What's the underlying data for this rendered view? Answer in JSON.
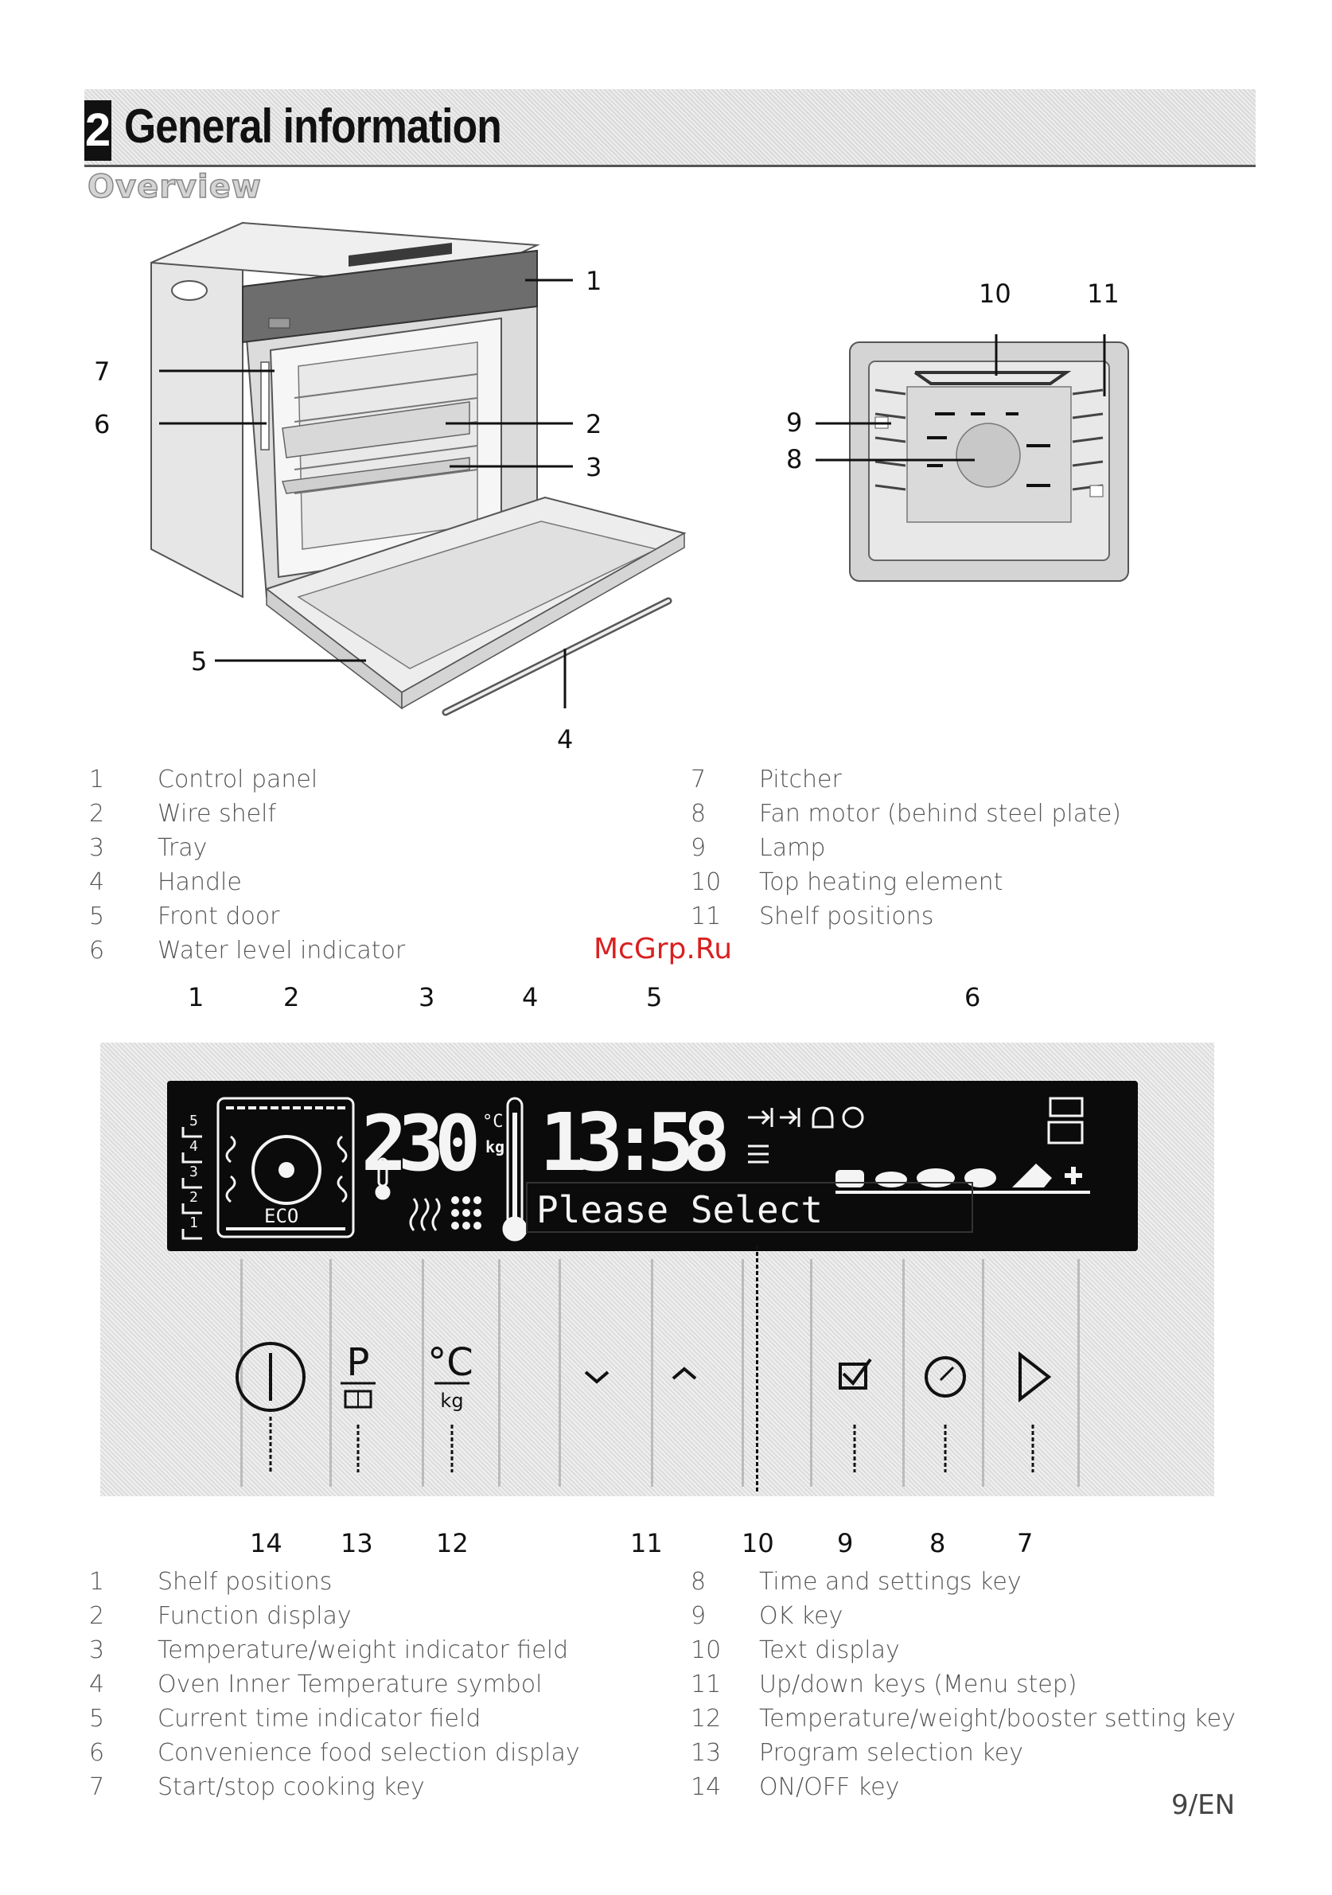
{
  "header": {
    "chapter_number": "2",
    "chapter_title": "General information"
  },
  "section_title": "Overview",
  "figure1": {
    "callouts": [
      "1",
      "2",
      "3",
      "4",
      "5",
      "6",
      "7"
    ]
  },
  "figure2": {
    "callouts": [
      "10",
      "11",
      "9",
      "8"
    ]
  },
  "legend1": {
    "left": [
      {
        "num": "1",
        "text": "Control panel"
      },
      {
        "num": "2",
        "text": "Wire shelf"
      },
      {
        "num": "3",
        "text": "Tray"
      },
      {
        "num": "4",
        "text": "Handle"
      },
      {
        "num": "5",
        "text": "Front door"
      },
      {
        "num": "6",
        "text": "Water level indicator"
      }
    ],
    "right": [
      {
        "num": "7",
        "text": "Pitcher"
      },
      {
        "num": "8",
        "text": "Fan motor (behind steel plate)"
      },
      {
        "num": "9",
        "text": "Lamp"
      },
      {
        "num": "10",
        "text": "Top heating element"
      },
      {
        "num": "11",
        "text": "Shelf positions"
      }
    ]
  },
  "watermark": "McGrp.Ru",
  "panel": {
    "top_callouts": [
      "1",
      "2",
      "3",
      "4",
      "5",
      "6"
    ],
    "bottom_callouts": [
      "14",
      "13",
      "12",
      "11",
      "10",
      "9",
      "8",
      "7"
    ],
    "display": {
      "shelf_levels": [
        "5",
        "4",
        "3",
        "2",
        "1"
      ],
      "eco_label": "ECO",
      "temperature": "230",
      "temp_unit": "°C",
      "weight_unit": "kg",
      "time": "13:58",
      "text_display": "Please Select"
    },
    "keys": {
      "program_label": "P",
      "temp_label": "°C",
      "temp_sub_label": "kg"
    }
  },
  "legend2": {
    "left": [
      {
        "num": "1",
        "text": "Shelf positions"
      },
      {
        "num": "2",
        "text": "Function display"
      },
      {
        "num": "3",
        "text": "Temperature/weight indicator field"
      },
      {
        "num": "4",
        "text": "Oven Inner Temperature symbol"
      },
      {
        "num": "5",
        "text": "Current time indicator field"
      },
      {
        "num": "6",
        "text": "Convenience food selection display"
      },
      {
        "num": "7",
        "text": "Start/stop cooking key"
      }
    ],
    "right": [
      {
        "num": "8",
        "text": "Time and settings key"
      },
      {
        "num": "9",
        "text": "OK key"
      },
      {
        "num": "10",
        "text": "Text display"
      },
      {
        "num": "11",
        "text": "Up/down keys (Menu step)"
      },
      {
        "num": "12",
        "text": "Temperature/weight/booster setting key"
      },
      {
        "num": "13",
        "text": "Program selection key"
      },
      {
        "num": "14",
        "text": "ON/OFF key"
      }
    ]
  },
  "page_number": "9/EN"
}
